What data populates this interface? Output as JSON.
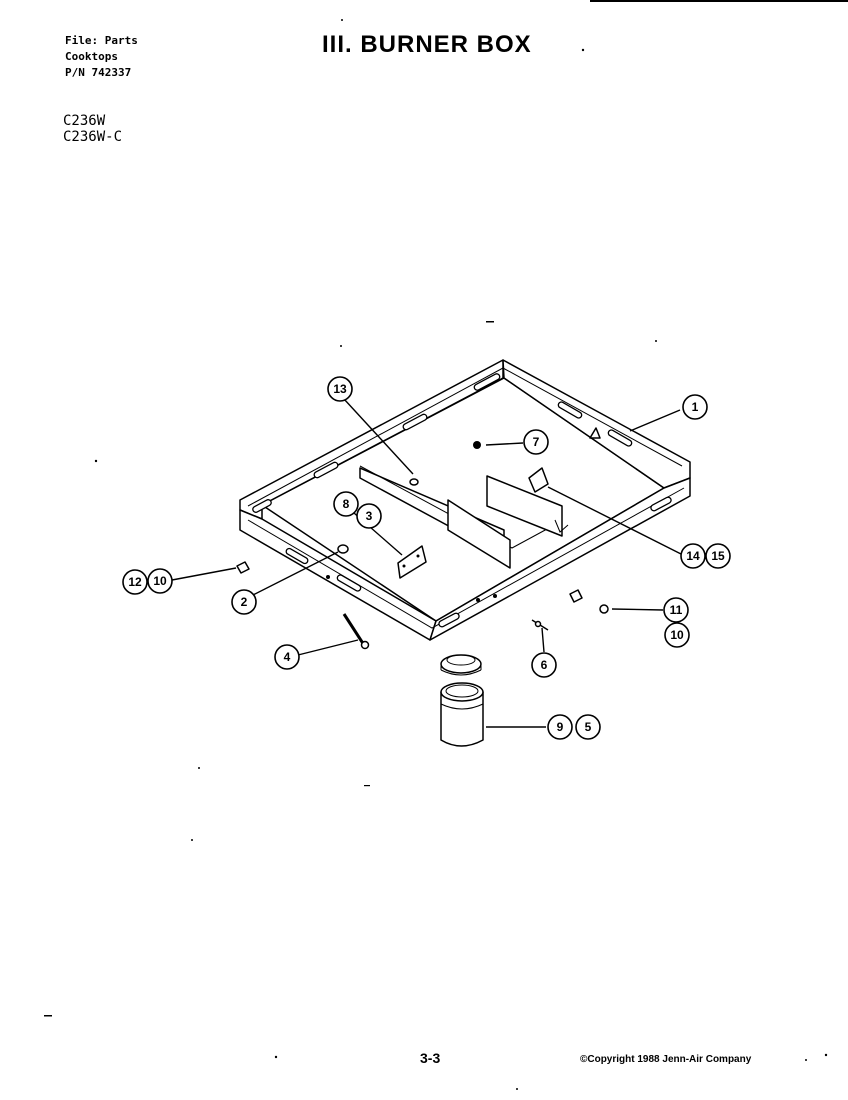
{
  "header": {
    "file_line": "File: Parts",
    "category": "Cooktops",
    "part_number": "P/N 742337"
  },
  "models": [
    "C236W",
    "C236W-C"
  ],
  "title": "III. BURNER BOX",
  "callouts": {
    "c1": "1",
    "c2": "2",
    "c3": "3",
    "c4": "4",
    "c5": "5",
    "c6": "6",
    "c7": "7",
    "c8": "8",
    "c9": "9",
    "c10a": "10",
    "c10b": "10",
    "c11": "11",
    "c12": "12",
    "c13": "13",
    "c14": "14",
    "c15": "15"
  },
  "footer": {
    "page_number": "3-3",
    "copyright": "©Copyright 1988 Jenn-Air Company"
  }
}
